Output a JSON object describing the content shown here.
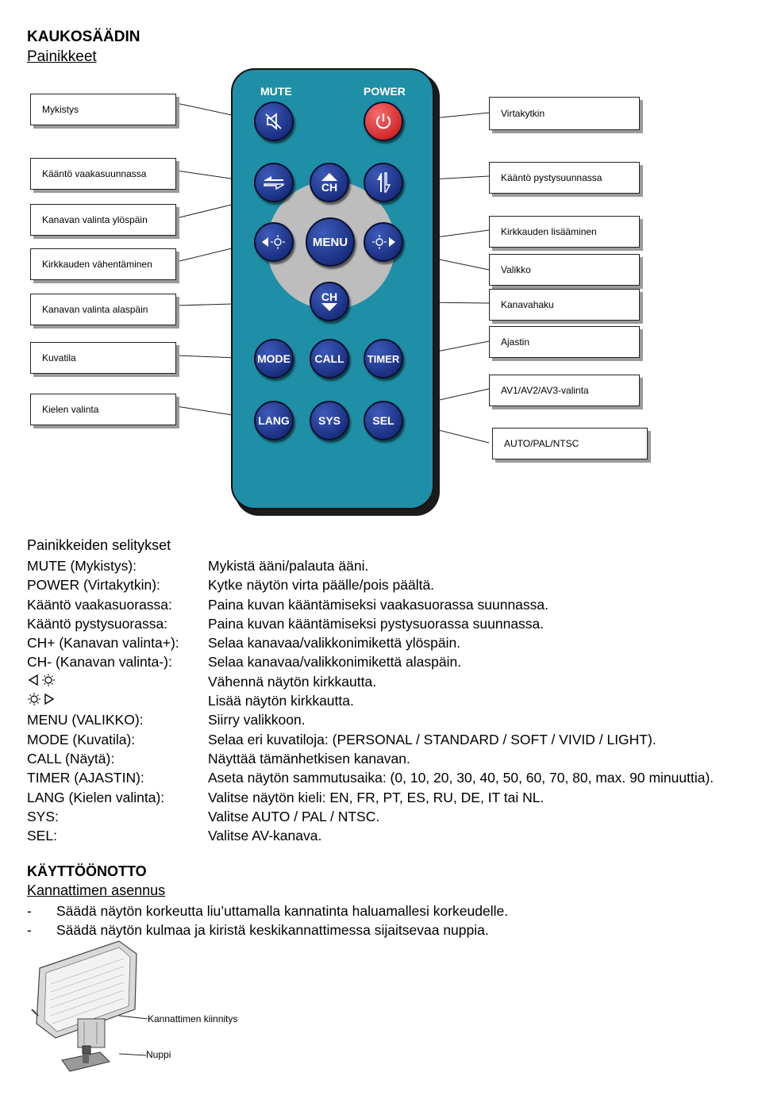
{
  "header": {
    "title": "KAUKOSÄÄDIN",
    "subtitle": "Painikkeet"
  },
  "remote": {
    "mute_label": "MUTE",
    "power_label": "POWER",
    "ch_label": "CH",
    "menu_label": "MENU",
    "mode_label": "MODE",
    "call_label": "CALL",
    "timer_label": "TIMER",
    "lang_label": "LANG",
    "sys_label": "SYS",
    "sel_label": "SEL",
    "body_color": "#1e8fa6",
    "button_color": "#1b3082",
    "power_color": "#d42a2a"
  },
  "callouts": {
    "left": [
      "Mykistys",
      "Kääntö vaakasuunnassa",
      "Kanavan valinta ylöspäin",
      "Kirkkauden vähentäminen",
      "Kanavan valinta alaspäin",
      "Kuvatila",
      "Kielen valinta"
    ],
    "right": [
      "Virtakytkin",
      "Kääntö pystysuunnassa",
      "Kirkkauden lisääminen",
      "Valikko",
      "Kanavahaku",
      "Ajastin",
      "AV1/AV2/AV3-valinta",
      "AUTO/PAL/NTSC"
    ]
  },
  "explanations": {
    "title": "Painikkeiden selitykset",
    "rows": [
      {
        "key": "MUTE (Mykistys):",
        "value": "Mykistä ääni/palauta ääni."
      },
      {
        "key": "POWER (Virtakytkin):",
        "value": "Kytke näytön virta päälle/pois päältä."
      },
      {
        "key": "Kääntö vaakasuorassa:",
        "value": "Paina kuvan kääntämiseksi vaakasuorassa suunnassa."
      },
      {
        "key": "Kääntö pystysuorassa:",
        "value": "Paina kuvan kääntämiseksi pystysuorassa suunnassa."
      },
      {
        "key": "CH+ (Kanavan valinta+):",
        "value": "Selaa kanavaa/valikkonimikettä ylöspäin."
      },
      {
        "key": "CH- (Kanavan valinta-):",
        "value": "Selaa kanavaa/valikkonimikettä alaspäin."
      },
      {
        "key": "",
        "value": "Vähennä näytön kirkkautta."
      },
      {
        "key": "",
        "value": "Lisää näytön kirkkautta."
      },
      {
        "key": "MENU (VALIKKO):",
        "value": "Siirry valikkoon."
      },
      {
        "key": "MODE (Kuvatila):",
        "value": "Selaa eri kuvatiloja: (PERSONAL / STANDARD / SOFT / VIVID / LIGHT)."
      },
      {
        "key": "CALL (Näytä):",
        "value": "Näyttää tämänhetkisen kanavan."
      },
      {
        "key": "TIMER (AJASTIN):",
        "value": "Aseta näytön sammutusaika: (0, 10, 20, 30, 40, 50, 60, 70, 80, max. 90 minuuttia)."
      },
      {
        "key": "LANG (Kielen valinta):",
        "value": "Valitse näytön kieli: EN, FR, PT, ES, RU, DE, IT tai NL."
      },
      {
        "key": "SYS:",
        "value": "Valitse AUTO / PAL / NTSC."
      },
      {
        "key": "SEL:",
        "value": "Valitse AV-kanava."
      }
    ]
  },
  "setup": {
    "title": "KÄYTTÖÖNOTTO",
    "subtitle": "Kannattimen asennus",
    "bullets": [
      "Säädä näytön korkeutta liu’uttamalla kannatinta haluamallesi korkeudelle.",
      "Säädä näytön kulmaa ja kiristä keskikannattimessa sijaitsevaa nuppia."
    ],
    "bullet_marker": "-",
    "illustration_labels": [
      "Kannattimen kiinnitys",
      "Nuppi"
    ]
  }
}
